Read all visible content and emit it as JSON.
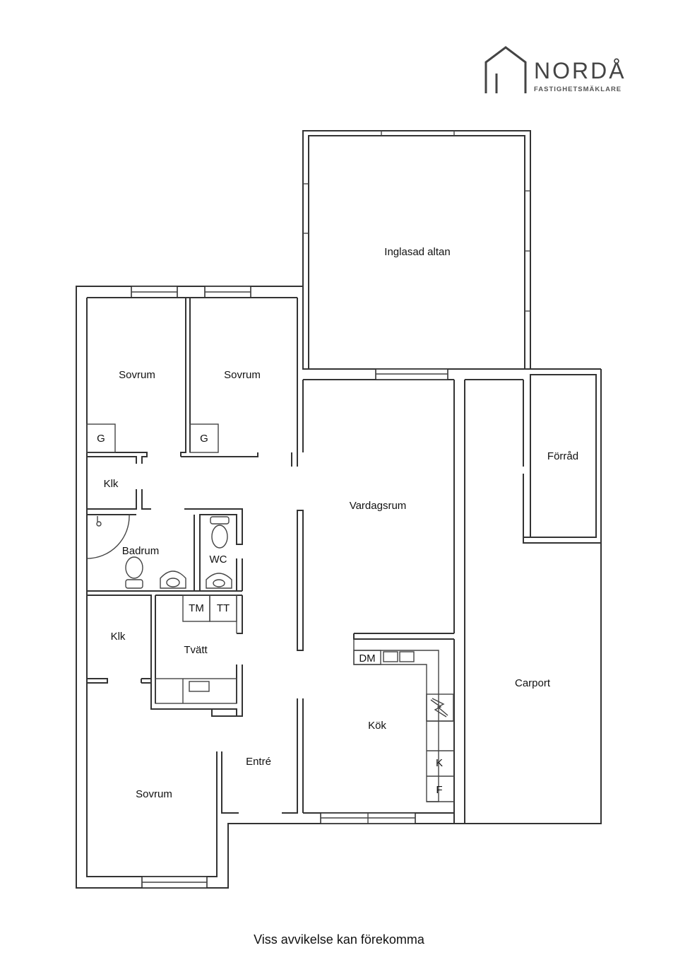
{
  "logo": {
    "name": "NORDÅ",
    "subtitle": "FASTIGHETSMÄKLARE",
    "icon": "house-outline-icon"
  },
  "rooms": {
    "altan": "Inglasad altan",
    "bedroom_1": "Sovrum",
    "bedroom_2": "Sovrum",
    "bedroom_3": "Sovrum",
    "wardrobe_1": "G",
    "wardrobe_2": "G",
    "closet_1": "Klk",
    "closet_2": "Klk",
    "bathroom": "Badrum",
    "wc": "WC",
    "laundry": "Tvätt",
    "washer": "TM",
    "dryer": "TT",
    "living": "Vardagsrum",
    "kitchen": "Kök",
    "dishwasher": "DM",
    "fridge": "K",
    "freezer": "F",
    "entrance": "Entré",
    "storage": "Förråd",
    "carport": "Carport"
  },
  "footer": "Viss avvikelse kan förekomma"
}
